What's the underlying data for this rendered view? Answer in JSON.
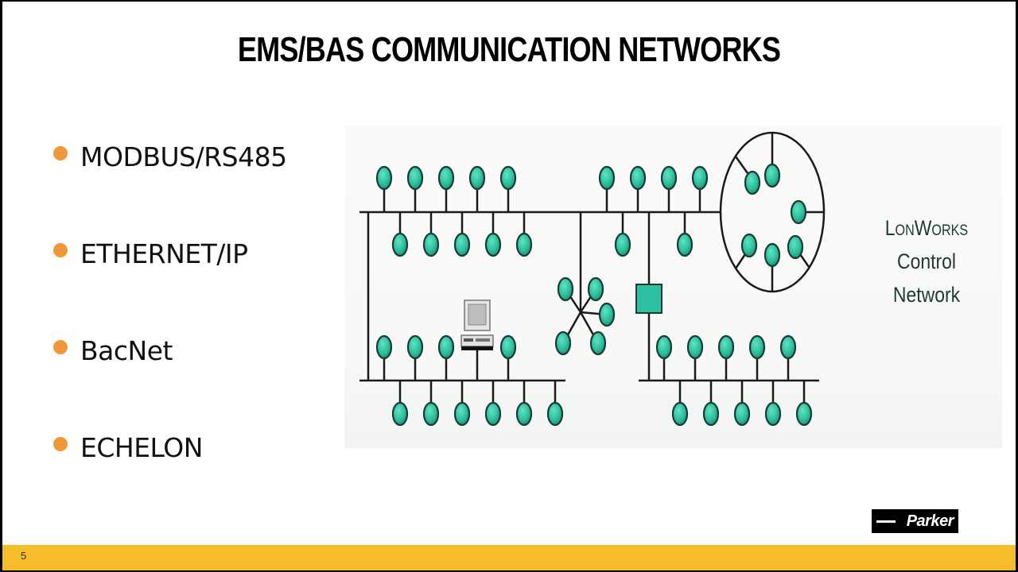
{
  "slide": {
    "title": "EMS/BAS COMMUNICATION NETWORKS",
    "page_number": "5",
    "bullets": [
      {
        "label": "MODBUS/RS485"
      },
      {
        "label": "ETHERNET/IP"
      },
      {
        "label": "BacNet"
      },
      {
        "label": "ECHELON"
      }
    ],
    "bullet_color": "#f0973a",
    "footer_color": "#f5bd2c",
    "logo_text": "Parker"
  },
  "diagram": {
    "label_line1": "LonWorks",
    "label_line2": "Control Network",
    "node_color": "#2dbf9f",
    "segments": [
      {
        "name": "top-left-bus",
        "nodes_above": 5,
        "nodes_below": 5
      },
      {
        "name": "top-right-bus",
        "nodes_above": 4,
        "nodes_below": 2
      },
      {
        "name": "ring",
        "nodes": 6
      },
      {
        "name": "star",
        "nodes": 5
      },
      {
        "name": "router",
        "type": "square"
      },
      {
        "name": "bottom-left-bus",
        "nodes_above": 4,
        "devices": [
          "computer"
        ],
        "nodes_below": 6
      },
      {
        "name": "bottom-right-bus",
        "nodes_above": 5,
        "nodes_below": 5
      }
    ]
  }
}
